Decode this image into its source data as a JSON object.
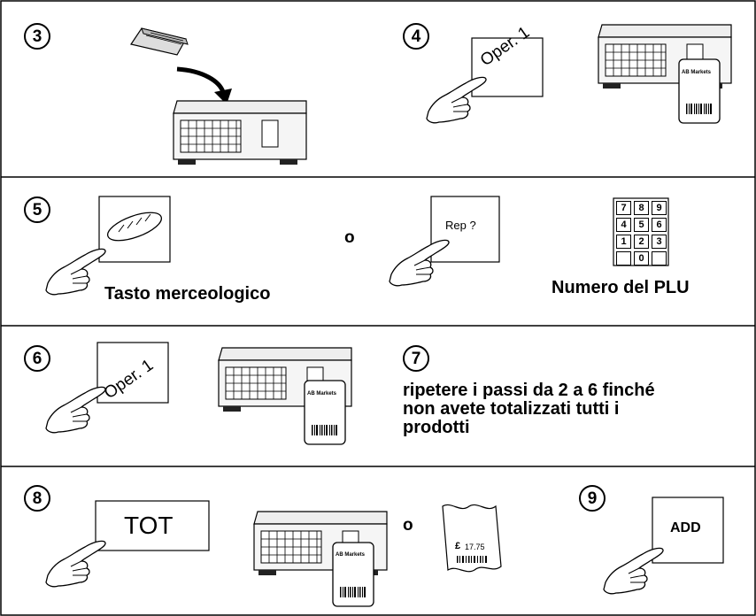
{
  "steps": {
    "s3": {
      "number": "3"
    },
    "s4": {
      "number": "4",
      "key_label": "Oper. 1",
      "ticket_label": "AB Markets"
    },
    "s5": {
      "number": "5",
      "or": "o",
      "key_label": "Rep ?",
      "keypad": [
        "7",
        "8",
        "9",
        "4",
        "5",
        "6",
        "1",
        "2",
        "3",
        "",
        "0",
        ""
      ],
      "caption_left": "Tasto merceologico",
      "caption_right": "Numero del PLU"
    },
    "s6": {
      "number": "6",
      "key_label": "Oper. 1",
      "ticket_label": "AB Markets"
    },
    "s7": {
      "number": "7",
      "text_line1": "ripetere i passi da 2 a 6 finché",
      "text_line2": "non avete totalizzati tutti i",
      "text_line3": "prodotti"
    },
    "s8": {
      "number": "8",
      "key_label": "TOT",
      "ticket_label": "AB Markets",
      "or": "o",
      "receipt_amount": "17.75",
      "receipt_currency": "£"
    },
    "s9": {
      "number": "9",
      "key_label": "ADD"
    }
  }
}
